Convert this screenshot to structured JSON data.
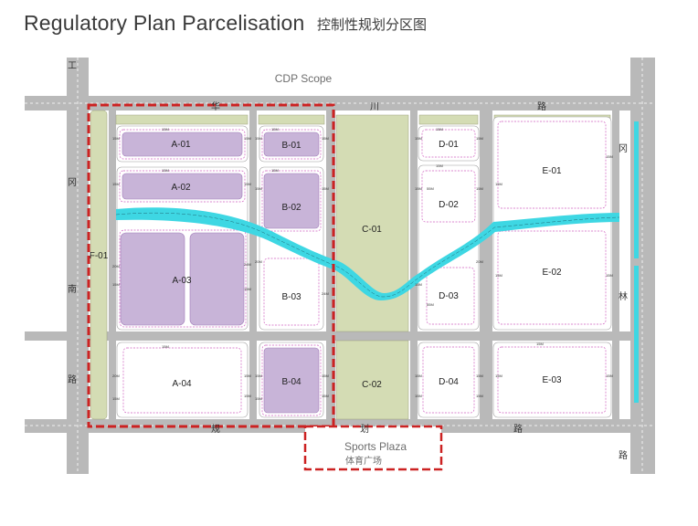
{
  "header": {
    "title": "Regulatory Plan Parcelisation",
    "subtitle": "控制性规划分区图"
  },
  "annotations": {
    "cdp_scope": "CDP Scope",
    "sports_plaza_en": "Sports Plaza",
    "sports_plaza_cn": "体育广场"
  },
  "roads": {
    "top": [
      "华",
      "川",
      "路"
    ],
    "bottom": [
      "规",
      "划",
      "路"
    ],
    "left": [
      "工",
      "冈",
      "南",
      "路"
    ],
    "right": [
      "冈",
      "林",
      "路"
    ]
  },
  "parcels": [
    {
      "id": "A-01",
      "type": "purple"
    },
    {
      "id": "A-02",
      "type": "purple"
    },
    {
      "id": "A-03",
      "type": "purple"
    },
    {
      "id": "A-04",
      "type": "white"
    },
    {
      "id": "B-01",
      "type": "purple"
    },
    {
      "id": "B-02",
      "type": "purple"
    },
    {
      "id": "B-03",
      "type": "white"
    },
    {
      "id": "B-04",
      "type": "purple"
    },
    {
      "id": "C-01",
      "type": "green"
    },
    {
      "id": "C-02",
      "type": "green"
    },
    {
      "id": "D-01",
      "type": "white"
    },
    {
      "id": "D-02",
      "type": "white"
    },
    {
      "id": "D-03",
      "type": "white"
    },
    {
      "id": "D-04",
      "type": "white"
    },
    {
      "id": "E-01",
      "type": "white"
    },
    {
      "id": "E-02",
      "type": "white"
    },
    {
      "id": "E-03",
      "type": "white"
    },
    {
      "id": "F-01",
      "type": "green"
    }
  ],
  "colors": {
    "road": "#b9b9b9",
    "green": "#d4dcb4",
    "purple": "#c8b4d8",
    "white": "#ffffff",
    "river": "#3ed7e3",
    "boundary": "#cc2222",
    "setback": "#d060c0"
  }
}
